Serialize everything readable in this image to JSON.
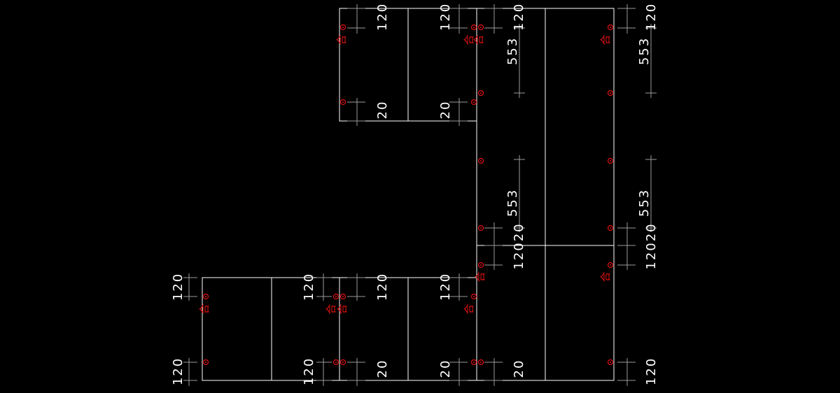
{
  "view": {
    "background": "#000000",
    "line_color": "#ffffff",
    "dim_color": "#9a9a9a",
    "mark_color": "#e01010"
  },
  "hinge_symbol": "合",
  "dims": {
    "top_120_a": "120",
    "top_120_b": "120",
    "top_120_c": "120",
    "top_120_d": "120",
    "top_553_a": "553",
    "top_553_b": "553",
    "top_20_a": "20",
    "top_20_b": "20",
    "mid_553_a": "553",
    "mid_553_b": "553",
    "mid_12020_a": "12020",
    "mid_12020_b": "12020",
    "bot_120_top_a": "120",
    "bot_120_top_b": "120",
    "bot_120_top_c": "120",
    "bot_120_top_d": "120",
    "bot_120_a": "120",
    "bot_120_b": "120",
    "bot_20_a": "20",
    "bot_20_b": "20",
    "bot_20_c": "20",
    "bot_120_c": "120"
  }
}
